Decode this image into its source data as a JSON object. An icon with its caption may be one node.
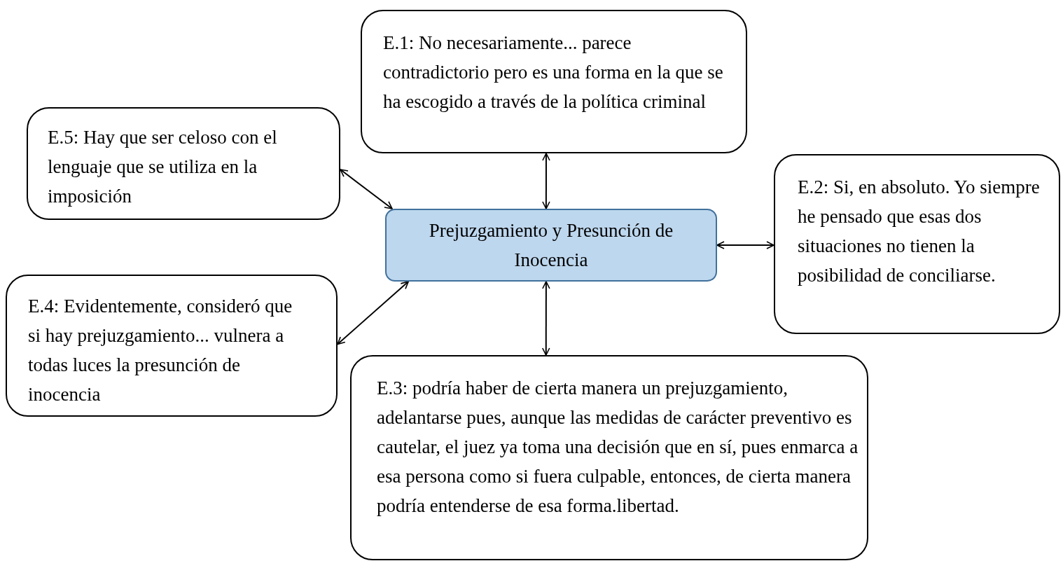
{
  "diagram": {
    "nodes": [
      {
        "text": [
          "E.1: No necesariamente... parece contradictorio pero es una forma en la que se ha escogido a través de la política criminal"
        ]
      },
      {
        "text": [
          "E.5: Hay que ser celoso con el lenguaje que se utiliza en la imposición"
        ]
      },
      {
        "text": [
          "Prejuzgamiento y Presunción de Inocencia"
        ]
      },
      {
        "text": [
          "E.2: Si, en absoluto. Yo siempre he pensado que esas dos situaciones no tienen la posibilidad de conciliarse."
        ]
      },
      {
        "text": [
          "E.4: Evidentemente, consideró que si hay prejuzgamiento... vulnera a todas luces la presunción de inocencia"
        ]
      },
      {
        "text": [
          "E.3: podría haber de cierta manera un prejuzgamiento, adelantarse pues, aunque las medidas de carácter preventivo es cautelar, el juez ya toma una decisión que en sí, pues enmarca a esa persona como si fuera culpable, entonces, de cierta manera podría entenderse de esa forma.libertad."
        ]
      }
    ],
    "edges": [
      {
        "from": 2,
        "to": 0,
        "arrow": "both"
      },
      {
        "from": 2,
        "to": 1,
        "arrow": "both"
      },
      {
        "from": 2,
        "to": 3,
        "arrow": "both"
      },
      {
        "from": 2,
        "to": 4,
        "arrow": "both"
      },
      {
        "from": 2,
        "to": 5,
        "arrow": "both"
      }
    ]
  }
}
